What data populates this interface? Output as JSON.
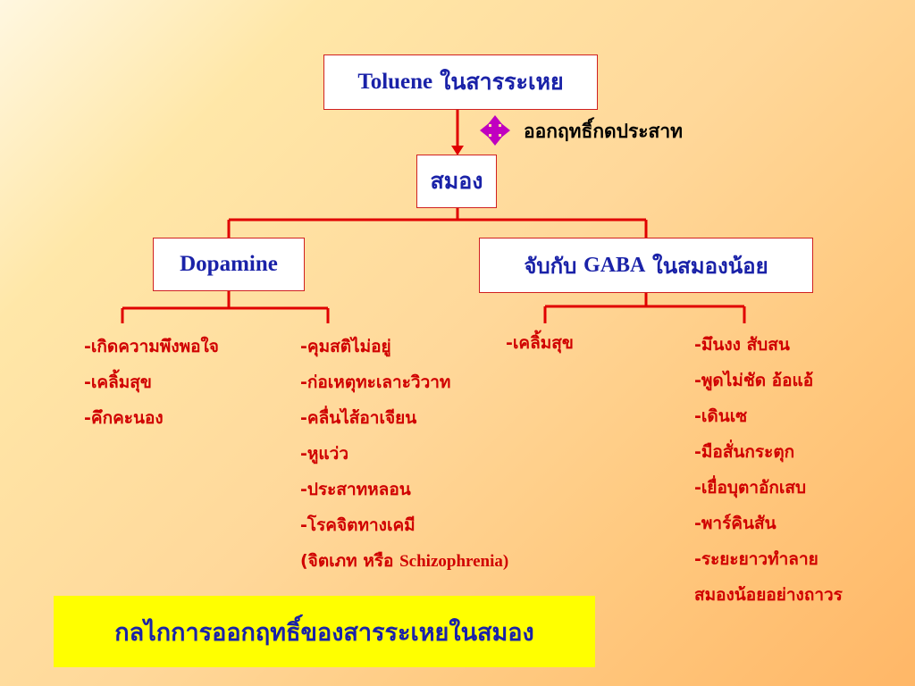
{
  "colors": {
    "line": "#e00000",
    "box_text": "#1a22a8",
    "list_text": "#d00000",
    "banner_bg": "#ffff00",
    "icon": "#c000c0"
  },
  "root": {
    "latin": "Toluene",
    "thai": "ในสารระเหย"
  },
  "effect_note": "ออกฤทธิ์กดประสาท",
  "effect_icon": "move-arrows-icon",
  "brain": "สมอง",
  "dopamine": "Dopamine",
  "gaba": {
    "pre": "จับกับ",
    "latin": "GABA",
    "post": "ในสมองน้อย"
  },
  "dopamine_left": [
    "-เกิดความพึงพอใจ",
    "-เคลิ้มสุข",
    "-คึกคะนอง"
  ],
  "dopamine_right": [
    "-คุมสติไม่อยู่",
    "-ก่อเหตุทะเลาะวิวาท",
    "-คลื่นไส้อาเจียน",
    "-หูแว่ว",
    "-ประสาทหลอน",
    "-โรคจิตทางเคมี"
  ],
  "dopamine_right_last": {
    "thai": "(จิตเภท หรือ",
    "latin": "Schizophrenia)"
  },
  "gaba_left": [
    "-เคลิ้มสุข"
  ],
  "gaba_right": [
    "-มึนงง สับสน",
    "-พูดไม่ชัด อ้อแอ้",
    "-เดินเซ",
    "-มือสั่นกระตุก",
    "-เยื่อบุตาอักเสบ",
    "-พาร์คินสัน",
    "-ระยะยาวทำลาย",
    "สมองน้อยอย่างถาวร"
  ],
  "banner": "กลไกการออกฤทธิ์ของสารระเหยในสมอง"
}
